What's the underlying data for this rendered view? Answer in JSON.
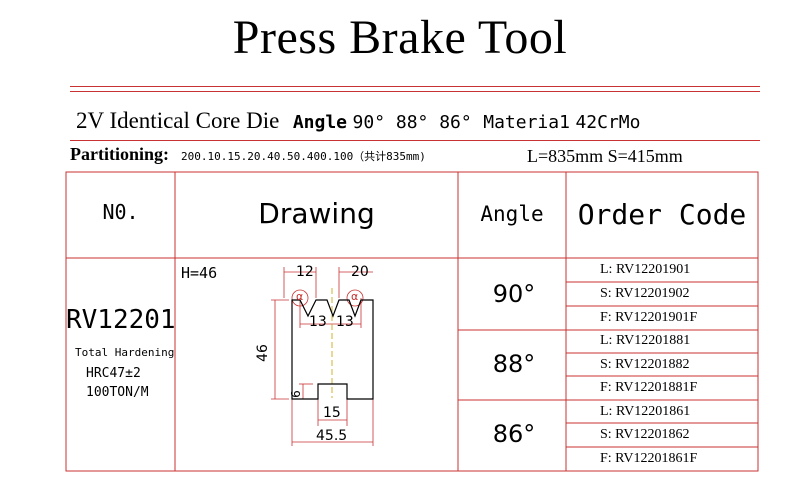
{
  "title": "Press Brake Tool",
  "subtitle": {
    "name": "2V Identical Core Die",
    "angle_label": "Angle",
    "angles": "90° 88° 86°",
    "material_label": "Materia1",
    "material": "42CrMo"
  },
  "partitioning": {
    "label": "Partitioning:",
    "value": "200.10.15.20.40.50.400.100（共计835mm)"
  },
  "dims": "L=835mm  S=415mm",
  "table": {
    "headers": {
      "no": "N0.",
      "drawing": "Drawing",
      "angle": "Angle",
      "order_code": "Order Code"
    },
    "model": "RV12201",
    "notes": [
      "Total Hardening",
      "HRC47±2",
      "100TON/M"
    ],
    "drawing_labels": {
      "h": "H=46",
      "top_left": "12",
      "top_right": "20",
      "alpha": "α",
      "mid_left": "13",
      "mid_right": "13",
      "height": "46",
      "slot_h": "6",
      "slot_w": "15",
      "width": "45.5"
    },
    "rows": [
      {
        "angle": "90°",
        "codes": [
          "L: RV12201901",
          "S: RV12201902",
          "F: RV12201901F"
        ]
      },
      {
        "angle": "88°",
        "codes": [
          "L: RV12201881",
          "S: RV12201882",
          "F: RV12201881F"
        ]
      },
      {
        "angle": "86°",
        "codes": [
          "L: RV12201861",
          "S: RV12201862",
          "F: RV12201861F"
        ]
      }
    ]
  },
  "colors": {
    "line": "#c83232",
    "text": "#000000"
  }
}
